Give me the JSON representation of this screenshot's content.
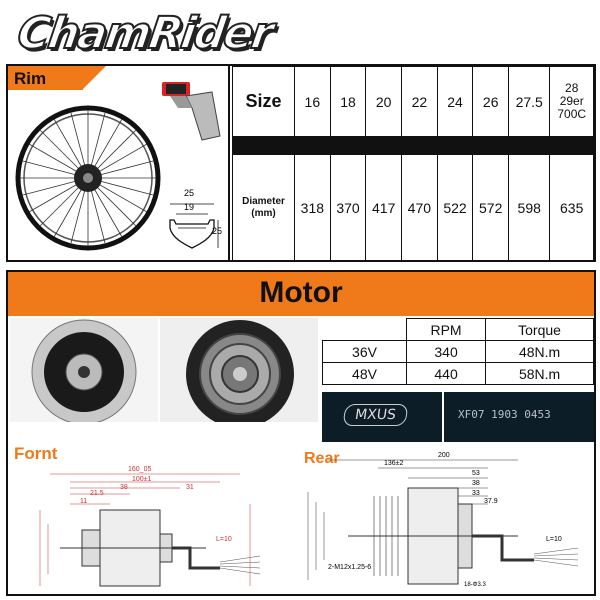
{
  "brand": {
    "logo_text": "ChamRider"
  },
  "rim": {
    "label": "Rim",
    "profile_dims": {
      "top": "25",
      "inner": "19",
      "height": "25"
    },
    "size_header": "Size",
    "sizes": [
      "16",
      "18",
      "20",
      "22",
      "24",
      "26",
      "27.5",
      "28 29er 700C"
    ],
    "size_last_lines": [
      "28",
      "29er",
      "700C"
    ],
    "diameter_header_line1": "Diameter",
    "diameter_header_line2": "(mm)",
    "diameters": [
      "318",
      "370",
      "417",
      "470",
      "522",
      "572",
      "598",
      "635"
    ]
  },
  "motor": {
    "title": "Motor",
    "table": {
      "col_rpm": "RPM",
      "col_torque": "Torque",
      "rows": [
        {
          "voltage": "36V",
          "rpm": "340",
          "torque": "48N.m"
        },
        {
          "voltage": "48V",
          "rpm": "440",
          "torque": "58N.m"
        }
      ]
    },
    "brand_label": "MXUS",
    "serial": "XF07 1903 0453",
    "front_title": "Fornt",
    "rear_title": "Rear",
    "front_dims": {
      "d1": "160_05",
      "d2": "100±1",
      "d3": "38",
      "d4": "31",
      "d5": "21.5",
      "d6": "11",
      "d7": "L=10"
    },
    "rear_dims": {
      "d1": "200",
      "d2": "136±2",
      "d3": "53",
      "d4": "38",
      "d5": "33",
      "d6": "37.9",
      "d7": "L=10",
      "d8": "2-M12x1.25-6",
      "d9": "18-Φ3.3"
    }
  }
}
